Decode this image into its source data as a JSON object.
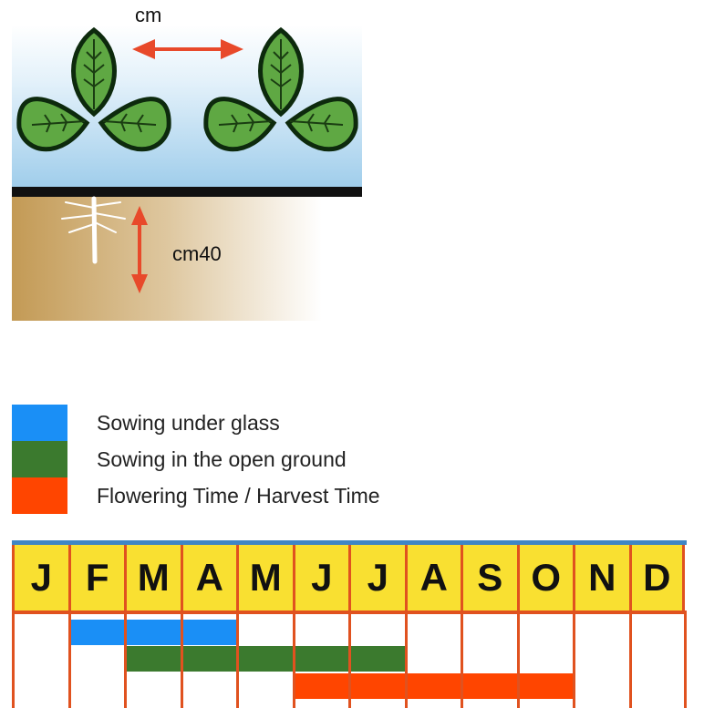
{
  "illustration": {
    "spacing_label": "cm",
    "depth_label": "cm40",
    "icons": [
      "plant-icon",
      "plant-icon",
      "root-icon",
      "double-arrow-icon"
    ]
  },
  "legend": [
    {
      "label": "Sowing under glass",
      "color": "#1a8ff6"
    },
    {
      "label": "Sowing in the open ground",
      "color": "#3b7a2e"
    },
    {
      "label": "Flowering Time / Harvest Time",
      "color": "#ff4500"
    }
  ],
  "calendar": {
    "months": [
      "J",
      "F",
      "M",
      "A",
      "M",
      "J",
      "J",
      "A",
      "S",
      "O",
      "N",
      "D"
    ],
    "rows": [
      {
        "activity": "Sowing under glass",
        "color": "#1a8ff6",
        "months_active": [
          2,
          3,
          4
        ]
      },
      {
        "activity": "Sowing in the open ground",
        "color": "#3b7a2e",
        "months_active": [
          3,
          4,
          5,
          6,
          7
        ]
      },
      {
        "activity": "Flowering Time / Harvest Time",
        "color": "#ff4500",
        "months_active": [
          6,
          7,
          8,
          9,
          10
        ]
      }
    ]
  }
}
